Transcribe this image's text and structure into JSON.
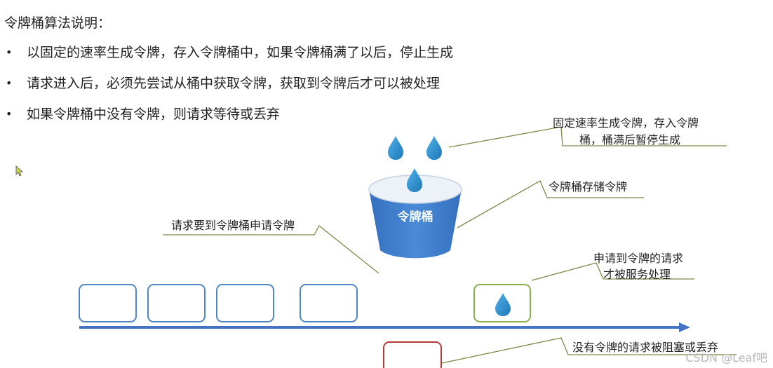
{
  "heading": "令牌桶算法说明：",
  "bullets": [
    "以固定的速率生成令牌，存入令牌桶中，如果令牌桶满了以后，停止生成",
    "请求进入后，必须先尝试从桶中获取令牌，获取到令牌后才可以被处理",
    "如果令牌桶中没有令牌，则请求等待或丢弃"
  ],
  "bullet_symbol": "•",
  "diagram": {
    "bucket_label": "令牌桶",
    "annotations": {
      "generate_line1": "固定速率生成令牌，存入令牌",
      "generate_line2": "桶，桶满后暂停生成",
      "storage": "令牌桶存储令牌",
      "request": "请求要到令牌桶申请令牌",
      "processed_line1": "申请到令牌的请求",
      "processed_line2": "才被服务处理",
      "dropped": "没有令牌的请求被阻塞或丢弃"
    },
    "colors": {
      "bucket": "#3f7fcf",
      "bucket_rim": "#e8eef6",
      "token": "#2a8cc8",
      "request_box": "#4f86c6",
      "processed_box": "#8aae4f",
      "dropped_box": "#b03a3a",
      "arrow": "#4472c4",
      "leader_line": "#7a8a4a"
    }
  },
  "watermark": "CSDN @Leaf吧"
}
